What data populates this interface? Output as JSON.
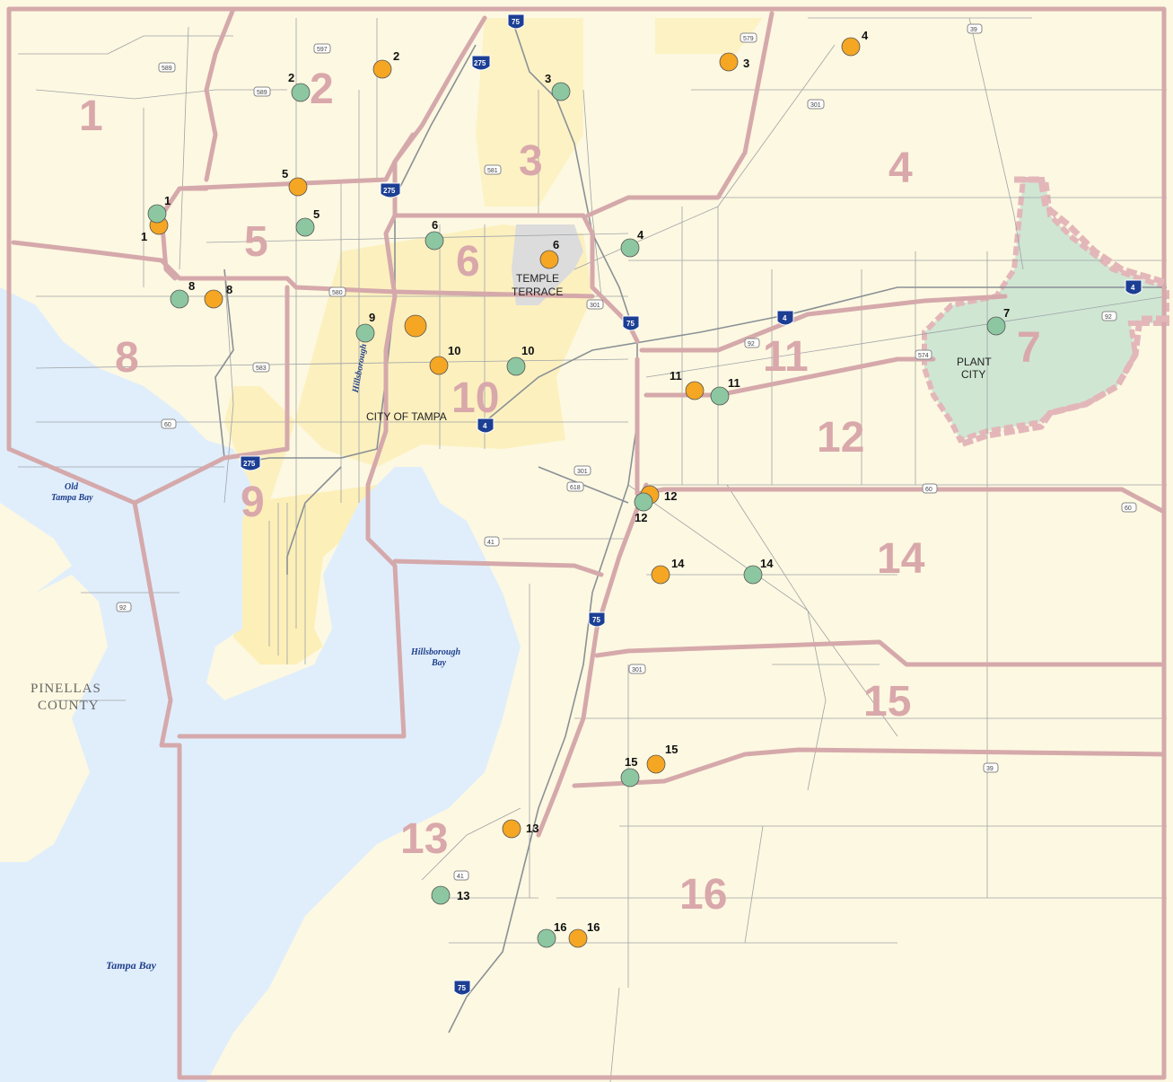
{
  "map": {
    "districts": [
      "1",
      "2",
      "3",
      "4",
      "5",
      "6",
      "7",
      "8",
      "9",
      "10",
      "11",
      "12",
      "13",
      "14",
      "15",
      "16"
    ],
    "cities": [
      "CITY OF TAMPA",
      "TEMPLE",
      "TERRACE",
      "PLANT",
      "CITY"
    ],
    "county": [
      "PINELLAS",
      "COUNTY"
    ],
    "water": {
      "old_tampa_bay_1": "Old",
      "old_tampa_bay_2": "Tampa Bay",
      "hillsborough_bay_1": "Hillsborough",
      "hillsborough_bay_2": "Bay",
      "tampa_bay": "Tampa Bay",
      "river": "Hillsborough"
    },
    "interstates": [
      "275",
      "75",
      "4"
    ],
    "routes": [
      "589",
      "597",
      "579",
      "39",
      "301",
      "581",
      "580",
      "583",
      "60",
      "92",
      "41",
      "618",
      "574"
    ],
    "marker_colors": {
      "orange": "#f5a623",
      "green": "#8cc7a1"
    },
    "orange_markers": [
      "1",
      "2",
      "3",
      "4",
      "5",
      "6",
      "",
      "8",
      "10",
      "11",
      "12",
      "13",
      "14",
      "15",
      "16"
    ],
    "green_markers": [
      "1",
      "2",
      "3",
      "4",
      "5",
      "6",
      "7",
      "8",
      "9",
      "10",
      "11",
      "12",
      "13",
      "14",
      "15",
      "16"
    ]
  }
}
